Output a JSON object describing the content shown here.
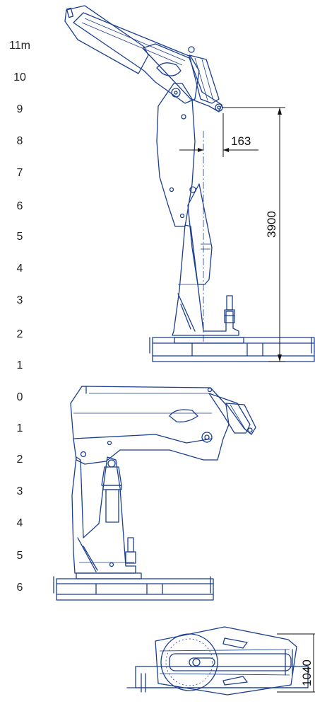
{
  "scale_labels": [
    "11m",
    "10",
    "9",
    "8",
    "7",
    "6",
    "5",
    "4",
    "3",
    "2",
    "1",
    "0",
    "1",
    "2",
    "3",
    "4",
    "5",
    "6"
  ],
  "dimensions": {
    "offset": "163",
    "height": "3900",
    "width": "1040"
  },
  "colors": {
    "drawing_line": "#1a3f8f",
    "dimension_line": "#111111",
    "background": "#ffffff"
  }
}
